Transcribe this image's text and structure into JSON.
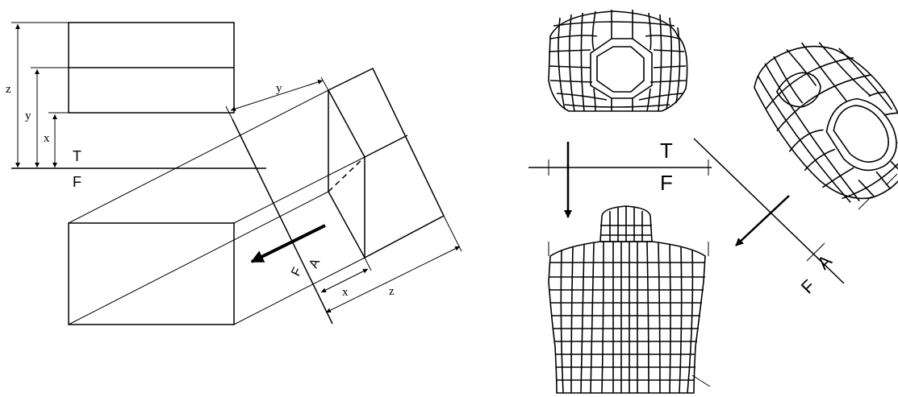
{
  "left": {
    "dims": {
      "x": "x",
      "y": "y",
      "z": "z"
    },
    "plane_top": "T",
    "plane_front": "F",
    "aux_front": "F",
    "aux_aux": "A",
    "aux_dims": {
      "x": "x",
      "y": "y",
      "z": "z"
    }
  },
  "right": {
    "plane_top": "T",
    "plane_front": "F",
    "aux_front": "F",
    "aux_aux": "A"
  },
  "colors": {
    "ink": "#000000",
    "paper": "#ffffff"
  }
}
